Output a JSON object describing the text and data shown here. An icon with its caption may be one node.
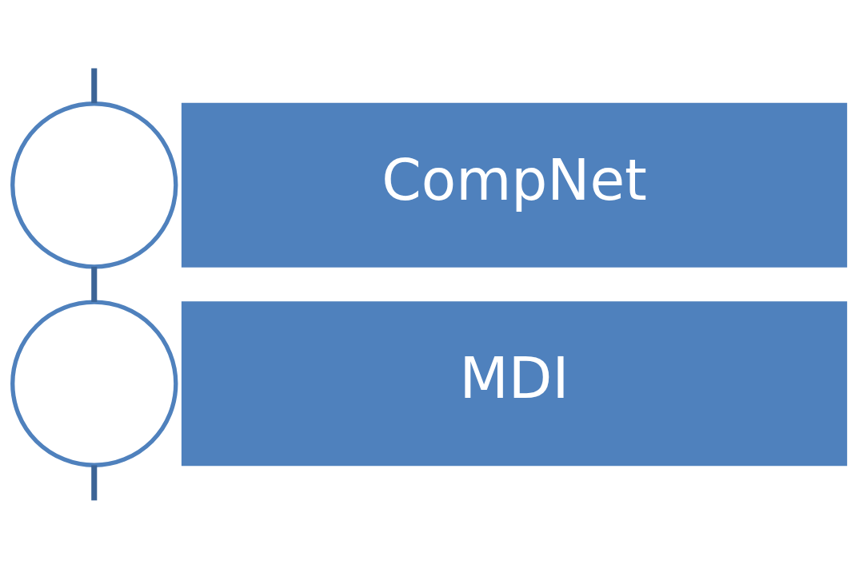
{
  "diagram": {
    "nodes": [
      {
        "text": [],
        "shape": "circle"
      },
      {
        "text": [
          "CompNet"
        ]
      },
      {
        "text": [],
        "shape": "circle"
      },
      {
        "text": [
          "MDI"
        ]
      }
    ],
    "edges": [
      {
        "from": null,
        "to": 0,
        "arrow": "none"
      },
      {
        "from": 0,
        "to": 2,
        "arrow": "none"
      },
      {
        "from": 2,
        "to": null,
        "arrow": "none"
      }
    ]
  }
}
